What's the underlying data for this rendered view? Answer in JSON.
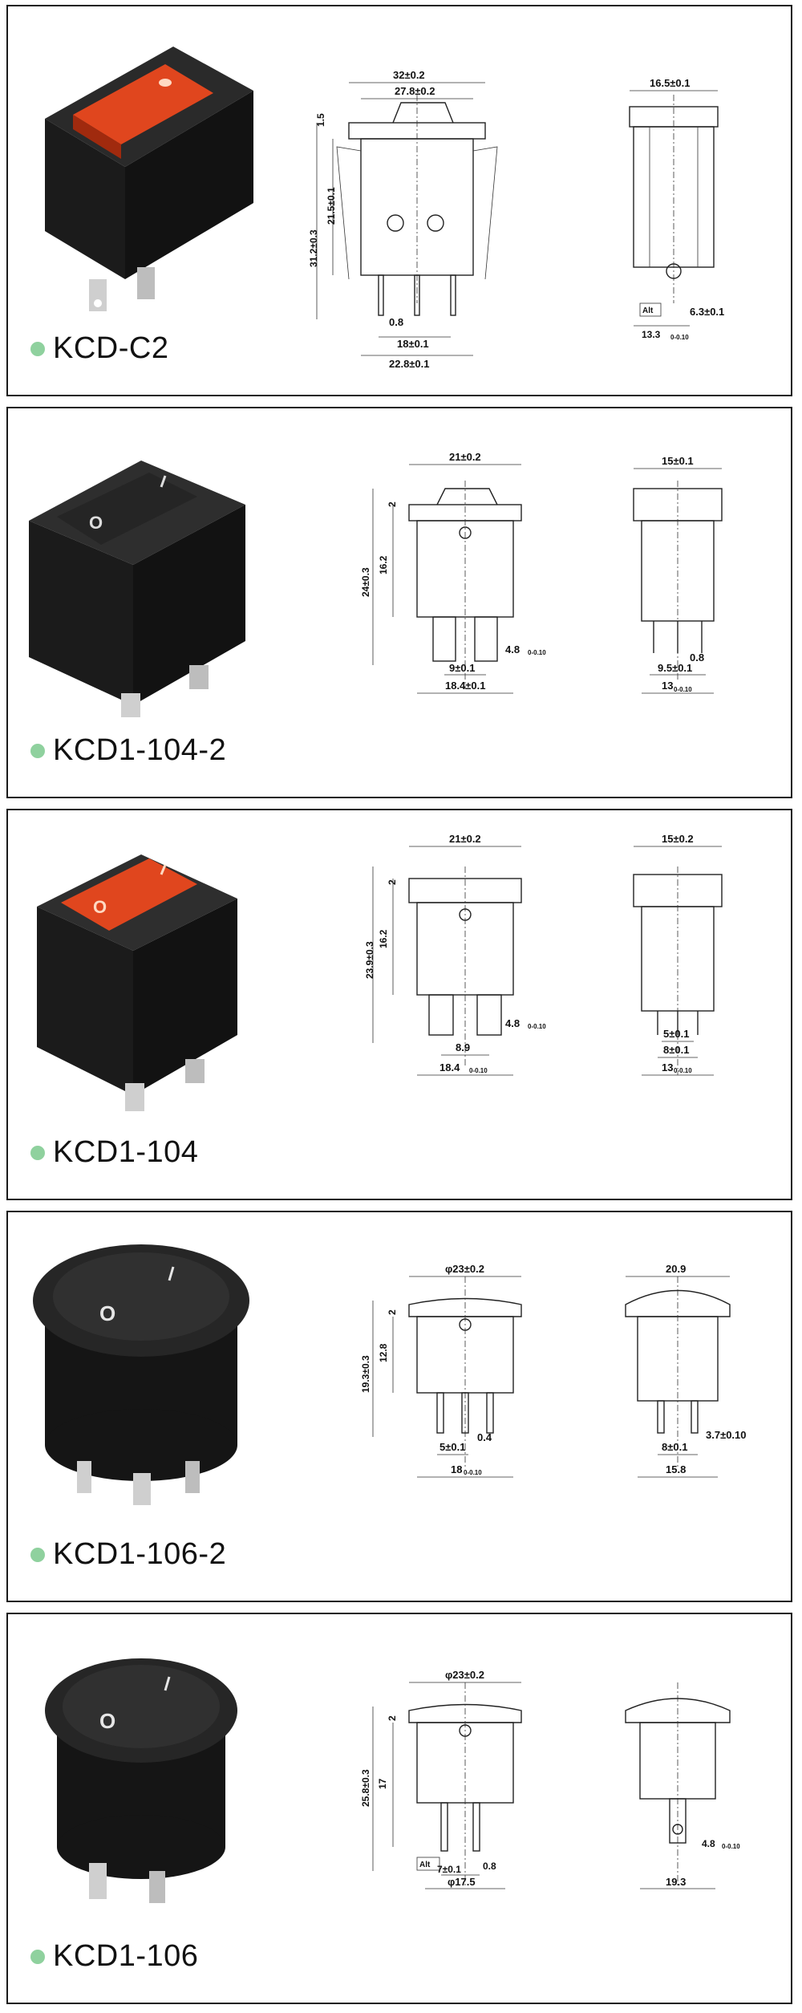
{
  "products": [
    {
      "model": "KCD-C2",
      "dims": {
        "top_outer": "32±0.2",
        "top_inner": "27.8±0.2",
        "left_small": "1.5",
        "height_total": "31.2±0.3",
        "height_body": "21.5±0.1",
        "pin": "0.8",
        "pitch": "18±0.1",
        "bottom": "22.8±0.1",
        "side_top": "16.5±0.1",
        "side_pin": "6.3±0.1",
        "side_bottom": "13.3",
        "side_bottom_tol": "0-0.10",
        "alt_label": "Alt"
      }
    },
    {
      "model": "KCD1-104-2",
      "dims": {
        "top": "21±0.2",
        "left_small": "2",
        "height_body": "16.2",
        "height_total": "24±0.3",
        "pin_w": "4.8",
        "pin_w_tol": "0-0.10",
        "pitch": "9±0.1",
        "bottom": "18.4±0.1",
        "side_top": "15±0.1",
        "side_pin": "0.8",
        "side_pitch": "9.5±0.1",
        "side_bottom": "13",
        "side_bottom_tol": "0-0.10"
      }
    },
    {
      "model": "KCD1-104",
      "dims": {
        "top": "21±0.2",
        "left_small": "2",
        "height_body": "16.2",
        "height_total": "23.9±0.3",
        "pin_w": "4.8",
        "pin_w_tol": "0-0.10",
        "pitch": "8.9",
        "bottom": "18.4",
        "bottom_tol": "0-0.10",
        "side_top": "15±0.2",
        "side_pitch_a": "5±0.1",
        "side_pitch_b": "8±0.1",
        "side_bottom": "13",
        "side_bottom_tol": "0-0.10"
      }
    },
    {
      "model": "KCD1-106-2",
      "dims": {
        "top": "φ23±0.2",
        "left_small": "2",
        "height_body": "12.8",
        "height_total": "19.3±0.3",
        "pin": "0.4",
        "pitch": "5±0.1",
        "bottom": "18",
        "bottom_tol": "0-0.10",
        "side_top": "20.9",
        "side_pitch": "8±0.1",
        "side_pin": "3.7±0.10",
        "side_bottom": "15.8"
      }
    },
    {
      "model": "KCD1-106",
      "dims": {
        "top": "φ23±0.2",
        "left_small": "2",
        "height_body": "17",
        "height_total": "25.8±0.3",
        "pitch": "7±0.1",
        "pin": "0.8",
        "bottom": "φ17.5",
        "alt_label": "Alt",
        "side_pin": "4.8",
        "side_pin_tol": "0-0.10",
        "side_bottom": "19.3"
      }
    }
  ],
  "colors": {
    "border": "#1a1a1a",
    "bullet": "#8fd19e",
    "switch_body": "#1e1e1e",
    "rocker_lit": "#e0461e"
  }
}
